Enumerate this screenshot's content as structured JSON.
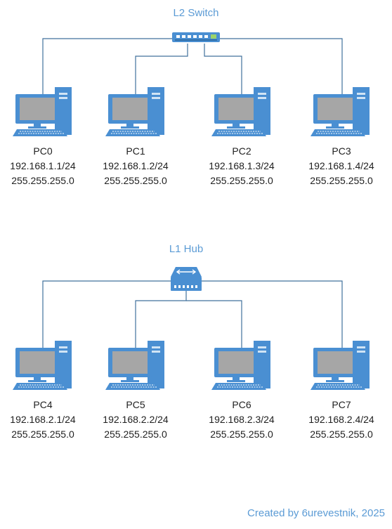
{
  "colors": {
    "accent": "#5b9bd5",
    "device_blue": "#4a8fd2",
    "link": "#41719c",
    "screen": "#a6a6a6",
    "text": "#1f1f1f"
  },
  "sections": [
    {
      "title": "L2 Switch",
      "device_icon": "switch-icon",
      "pcs": [
        {
          "name": "PC0",
          "ip": "192.168.1.1/24",
          "mask": "255.255.255.0"
        },
        {
          "name": "PC1",
          "ip": "192.168.1.2/24",
          "mask": "255.255.255.0"
        },
        {
          "name": "PC2",
          "ip": "192.168.1.3/24",
          "mask": "255.255.255.0"
        },
        {
          "name": "PC3",
          "ip": "192.168.1.4/24",
          "mask": "255.255.255.0"
        }
      ]
    },
    {
      "title": "L1 Hub",
      "device_icon": "hub-icon",
      "pcs": [
        {
          "name": "PC4",
          "ip": "192.168.2.1/24",
          "mask": "255.255.255.0"
        },
        {
          "name": "PC5",
          "ip": "192.168.2.2/24",
          "mask": "255.255.255.0"
        },
        {
          "name": "PC6",
          "ip": "192.168.2.3/24",
          "mask": "255.255.255.0"
        },
        {
          "name": "PC7",
          "ip": "192.168.2.4/24",
          "mask": "255.255.255.0"
        }
      ]
    }
  ],
  "footer": "Created by 6urevestnik, 2025"
}
